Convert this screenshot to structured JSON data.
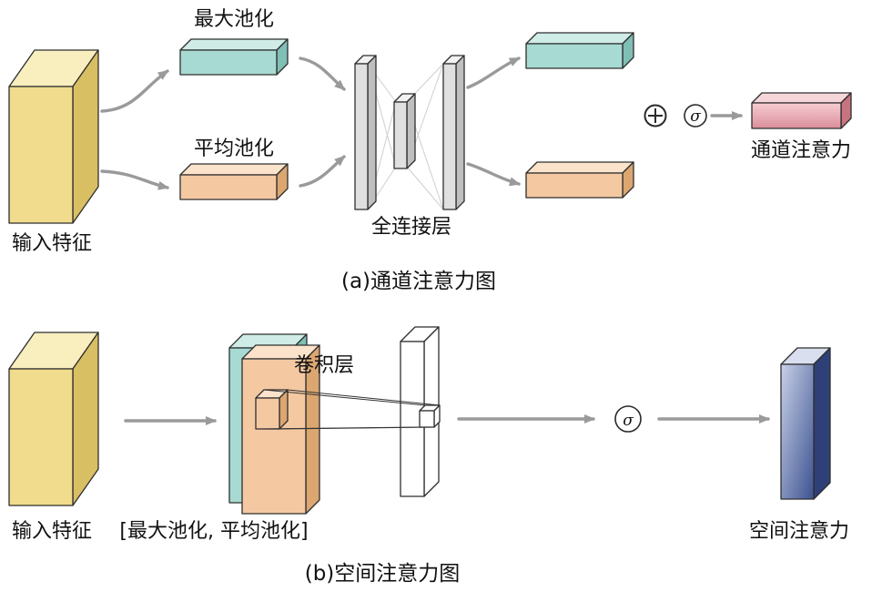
{
  "colors": {
    "outline": "#2e2e2e",
    "arrow": "#9a9a9a",
    "yellow_front": "#F0DC8C",
    "yellow_top": "#F8EEBE",
    "yellow_side": "#D9BF63",
    "teal_front": "#A7DAD2",
    "teal_top": "#CFECE6",
    "teal_side": "#7FBFB5",
    "orange_front": "#F4C9A2",
    "orange_top": "#FBE3CB",
    "orange_side": "#DCA671",
    "gray_front": "#E0E0E0",
    "gray_top": "#F2F2F2",
    "gray_side": "#BFBFBF",
    "pink_top": "#F7D6DA",
    "pink_side": "#C6747F",
    "pink_front_light": "#F6CDD2",
    "pink_front_dark": "#DB8E9B",
    "blue_top": "#D9DFEE",
    "blue_side": "#2E4077",
    "blue_front_light": "#C8D1E8",
    "blue_front_dark": "#3D5290",
    "white": "#FFFFFF"
  },
  "a": {
    "max_pool_label": "最大池化",
    "avg_pool_label": "平均池化",
    "input_label": "输入特征",
    "fc_label": "全连接层",
    "sigma": "σ",
    "channel_attention_label": "通道注意力",
    "caption": "(a)通道注意力图"
  },
  "b": {
    "input_label": "输入特征",
    "concat_label": "[最大池化, 平均池化]",
    "conv_label": "卷积层",
    "sigma": "σ",
    "spatial_attention_label": "空间注意力",
    "caption": "(b)空间注意力图"
  }
}
